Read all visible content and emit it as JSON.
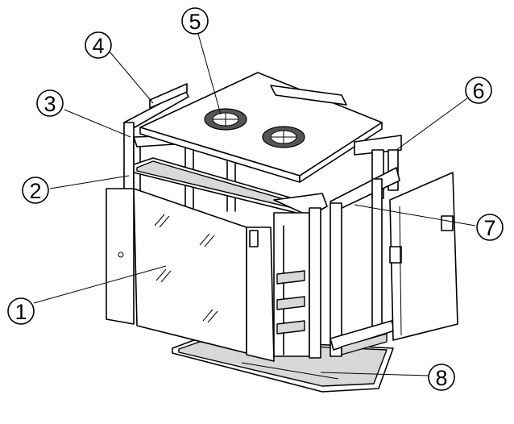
{
  "callouts": [
    {
      "id": "1",
      "label": "1"
    },
    {
      "id": "2",
      "label": "2"
    },
    {
      "id": "3",
      "label": "3"
    },
    {
      "id": "4",
      "label": "4"
    },
    {
      "id": "5",
      "label": "5"
    },
    {
      "id": "6",
      "label": "6"
    },
    {
      "id": "7",
      "label": "7"
    },
    {
      "id": "8",
      "label": "8"
    }
  ],
  "colors": {
    "line": "#000000",
    "background": "#ffffff",
    "shade": "#d8d8d8"
  }
}
